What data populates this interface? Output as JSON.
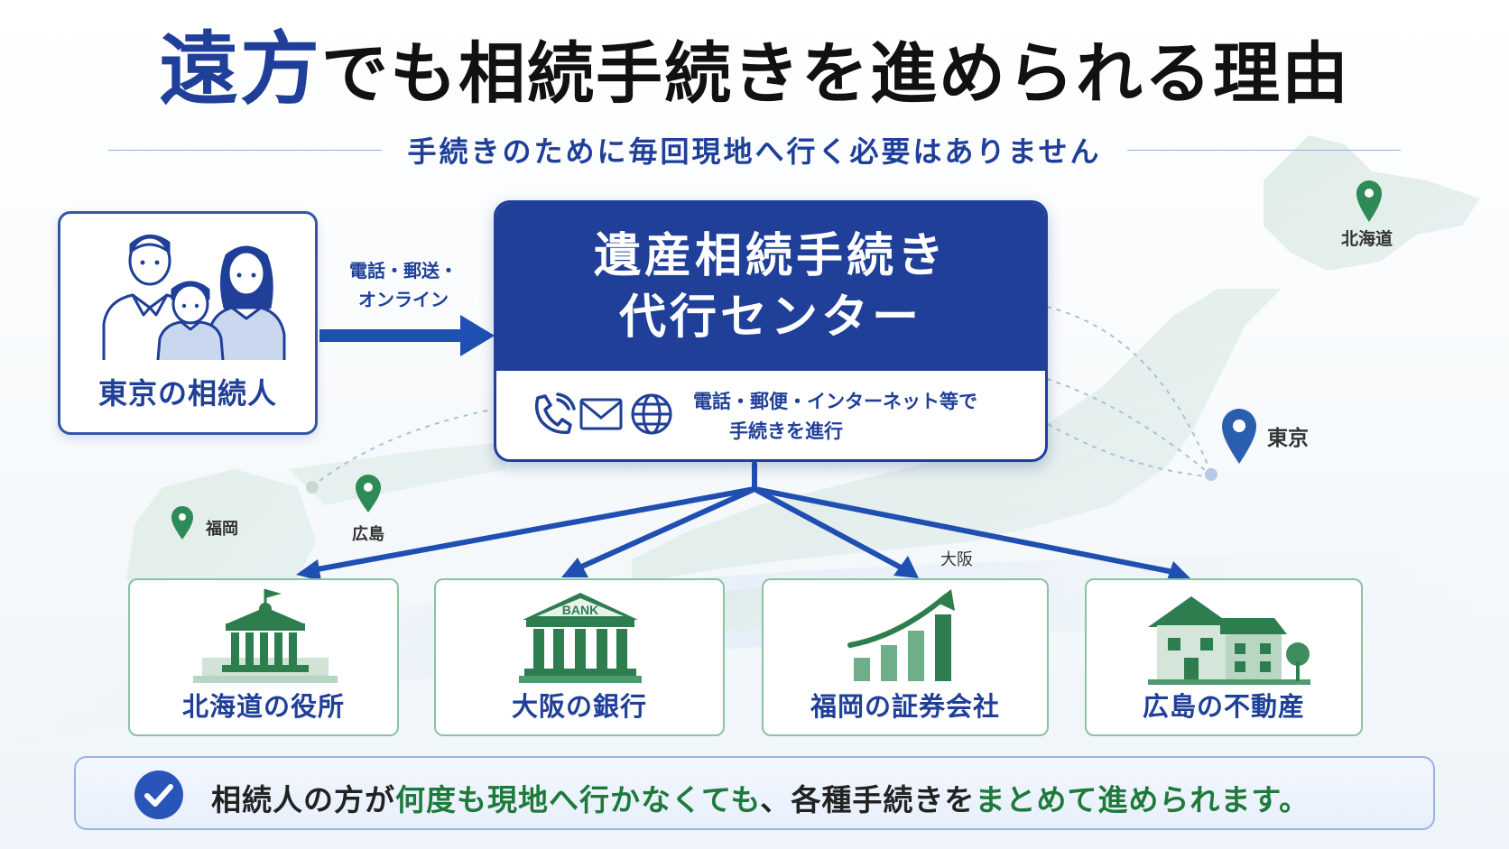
{
  "header": {
    "title_accent": "遠方",
    "title_rest": "でも相続手続きを進められる理由",
    "subtitle": "手続きのために毎回現地へ行く必要はありません"
  },
  "heir": {
    "label": "東京の相続人"
  },
  "channel": {
    "line1": "電話・郵送・",
    "line2": "オンライン"
  },
  "center": {
    "title_line1": "遺産相続手続き",
    "title_line2": "代行センター",
    "desc_line1": "電話・郵便・インターネット等で",
    "desc_line2": "手続きを進行",
    "icons": [
      "phone-icon",
      "mail-icon",
      "globe-icon"
    ]
  },
  "destinations": [
    {
      "label": "北海道の役所",
      "icon": "government-building-icon"
    },
    {
      "label": "大阪の銀行",
      "icon": "bank-icon"
    },
    {
      "label": "福岡の証券会社",
      "icon": "growth-chart-icon"
    },
    {
      "label": "広島の不動産",
      "icon": "house-icon"
    }
  ],
  "map_labels": {
    "hokkaido": "北海道",
    "tokyo": "東京",
    "osaka": "大阪",
    "fukuoka": "福岡",
    "hiroshima": "広島"
  },
  "banner": {
    "part1": "相続人の方が",
    "highlight": "何度も現地へ行かなくても",
    "part2": "、各種手続きを",
    "highlight2": "まとめて進められます。"
  },
  "colors": {
    "primary_blue": "#1f3f99",
    "accent_green": "#1e7a3a",
    "pin_green": "#2e8b57",
    "pin_blue": "#2a5fb0"
  }
}
